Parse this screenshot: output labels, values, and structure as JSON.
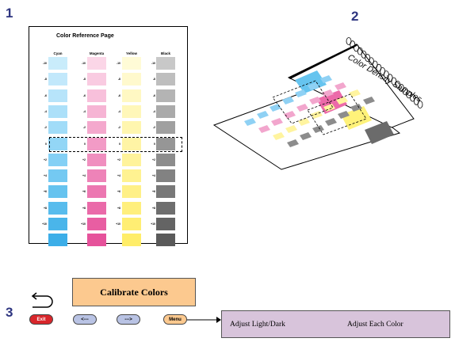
{
  "steps": {
    "one": "1",
    "two": "2",
    "three": "3"
  },
  "reference_page": {
    "title": "Color Reference Page",
    "columns": [
      {
        "name": "Cyan",
        "swatch_colors": [
          "#c9ecfb",
          "#c2e8fb",
          "#b7e4fa",
          "#ace0f9",
          "#a1dcf8",
          "#93d6f6",
          "#84d0f5",
          "#74c9f2",
          "#66c3ef",
          "#58bced",
          "#4ab5ea",
          "#3caee8"
        ]
      },
      {
        "name": "Magenta",
        "swatch_colors": [
          "#fbd6e7",
          "#f9cbe1",
          "#f8c0db",
          "#f6b4d4",
          "#f4a8cd",
          "#f29bc6",
          "#f08fbf",
          "#ee83b8",
          "#ec77b1",
          "#ea6aa9",
          "#e85ea2",
          "#e6529b"
        ]
      },
      {
        "name": "Yellow",
        "swatch_colors": [
          "#fffbd6",
          "#fff9cd",
          "#fff8c3",
          "#fff7b9",
          "#fff6af",
          "#fff4a5",
          "#fff39b",
          "#fff291",
          "#fff087",
          "#ffef7d",
          "#ffee73",
          "#ffed69"
        ]
      },
      {
        "name": "Black",
        "swatch_colors": [
          "#c8c8c8",
          "#bebebe",
          "#b4b4b4",
          "#aaaaaa",
          "#a0a0a0",
          "#969696",
          "#8c8c8c",
          "#828282",
          "#787878",
          "#6e6e6e",
          "#646464",
          "#5a5a5a"
        ]
      }
    ],
    "labels": [
      "-10",
      "-8",
      "-6",
      "-4",
      "-2",
      "0",
      "+2",
      "+4",
      "+6",
      "+8",
      "+10"
    ]
  },
  "density_book": {
    "title": "Color Density Samples"
  },
  "calibrate": {
    "label": "Calibrate Colors"
  },
  "buttons": {
    "exit": "Exit",
    "left": "<---",
    "right": "--->",
    "menu": "Menu"
  },
  "menu_options": {
    "option1": "Adjust Light/Dark",
    "option2": "Adjust Each Color"
  }
}
